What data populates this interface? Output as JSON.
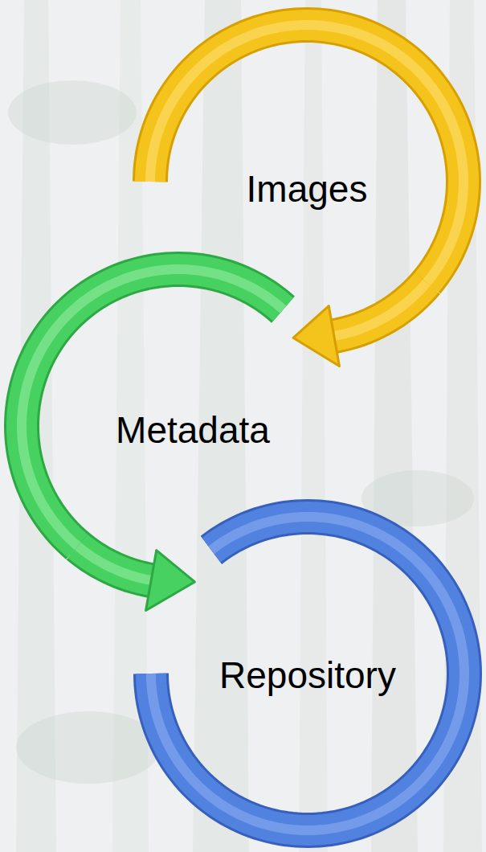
{
  "diagram": {
    "nodes": [
      {
        "text": [
          "Images"
        ]
      },
      {
        "text": [
          "Metadata"
        ]
      },
      {
        "text": [
          "Repository"
        ]
      }
    ],
    "edges": [
      {
        "from": 0,
        "to": 1,
        "arrow": "to"
      },
      {
        "from": 1,
        "to": 2,
        "arrow": "to"
      }
    ]
  }
}
